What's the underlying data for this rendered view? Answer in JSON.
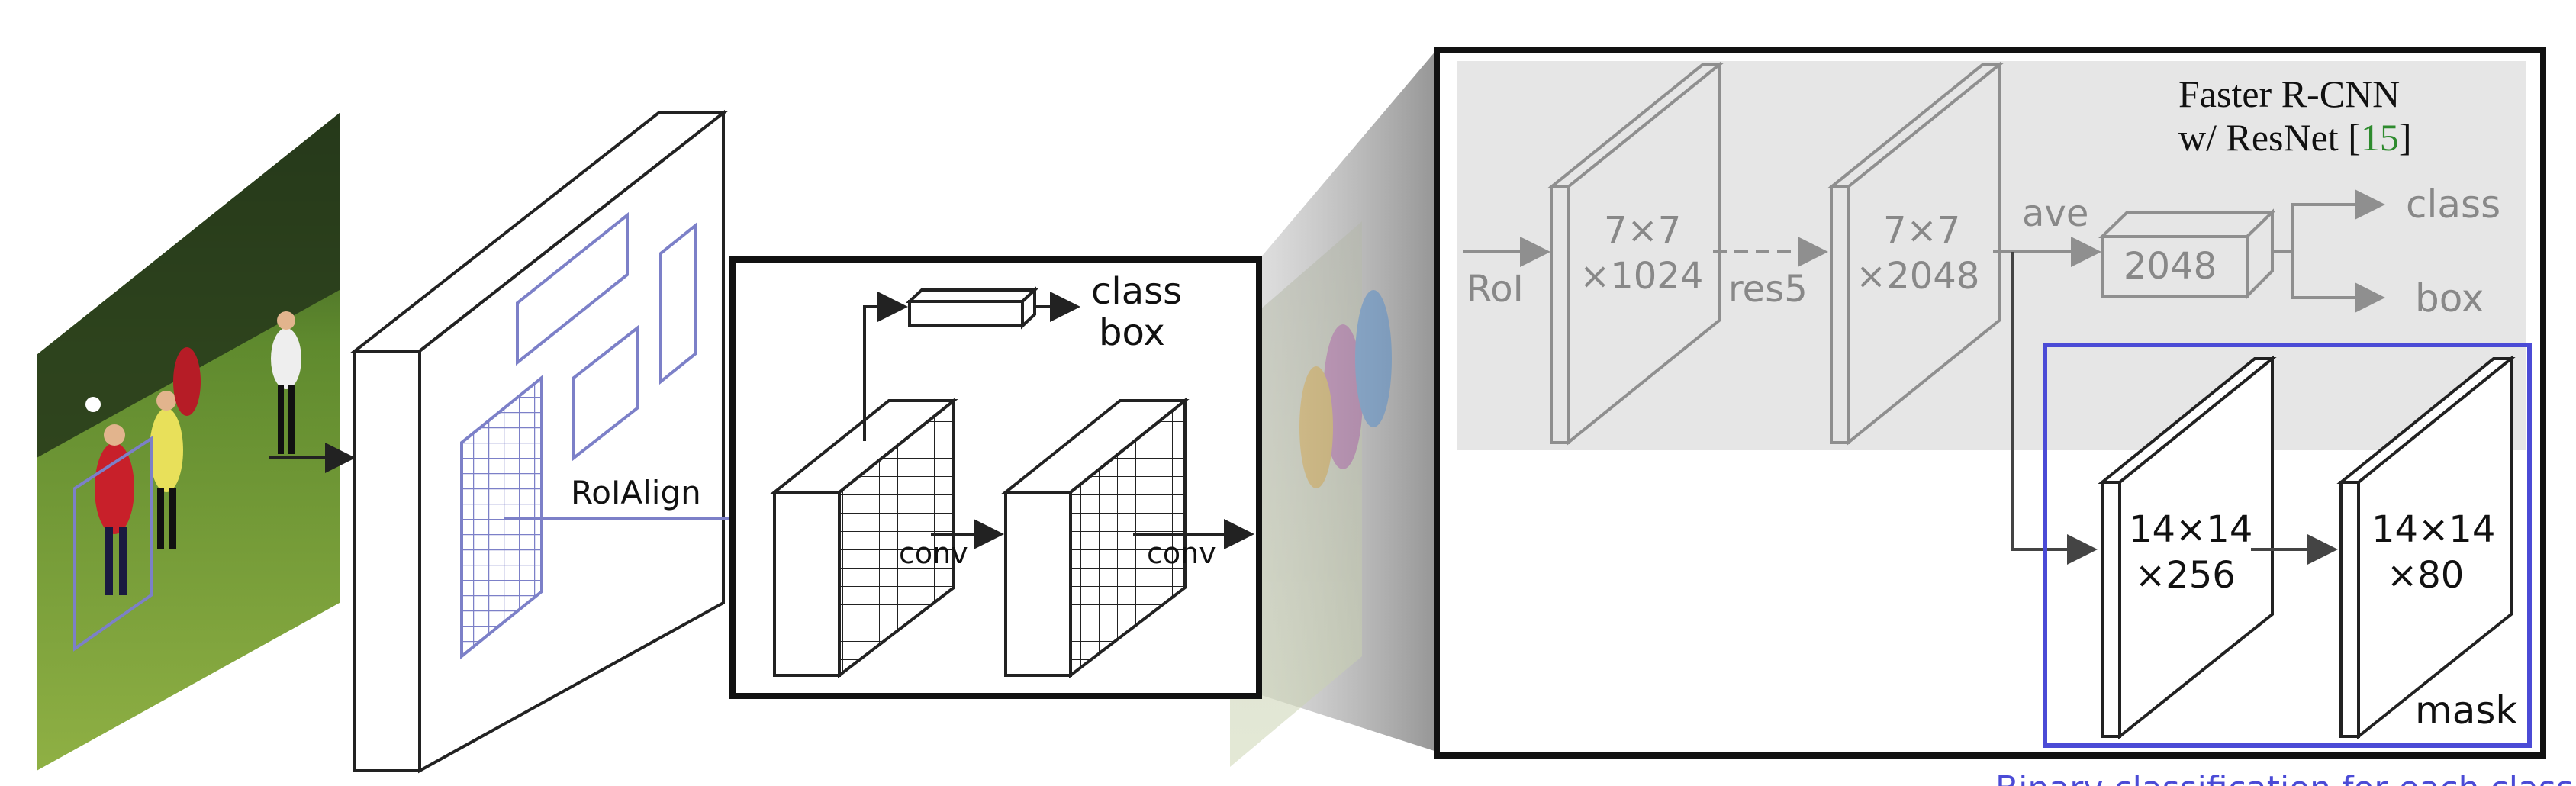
{
  "labels": {
    "roialign": "RoIAlign",
    "conv_1": "conv",
    "conv_2": "conv",
    "class": "class",
    "box": "box",
    "faster_title_1": "Faster R-CNN",
    "faster_title_2_prefix": "w/ ResNet [",
    "faster_title_2_ref": "15",
    "faster_title_2_suffix": "]",
    "roi": "RoI",
    "block1_line1": "7×7",
    "block1_line2": "×1024",
    "res5": "res5",
    "block2_line1": "7×7",
    "block2_line2": "×2048",
    "ave": "ave",
    "vec": "2048",
    "head_class": "class",
    "head_box": "box",
    "mask1_line1": "14×14",
    "mask1_line2": "×256",
    "mask2_line1": "14×14",
    "mask2_line2": "×80",
    "mask": "mask",
    "bottom_caption": "Binary classification for each class"
  },
  "colors": {
    "line": "#222222",
    "gray_line": "#8f8f8f",
    "gray_panel": "#e6e6e6",
    "blue": "#4b4bd6",
    "roi_blue": "#7c80c8",
    "ref_green": "#2e8b2e"
  },
  "icons": {
    "photo": "soccer-players-photo",
    "photo_faded": "soccer-players-mask-overlay"
  }
}
